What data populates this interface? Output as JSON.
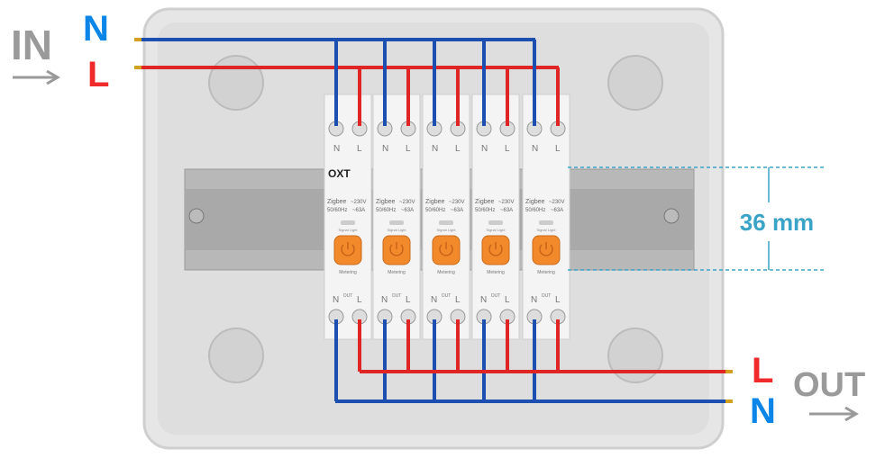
{
  "input": {
    "label": "IN",
    "neutral": "N",
    "live": "L"
  },
  "output": {
    "label": "OUT",
    "neutral": "N",
    "live": "L"
  },
  "dimension": {
    "label": "36 mm"
  },
  "brand": "OXT",
  "module": {
    "top_terminals": [
      "N",
      "L"
    ],
    "protocol": "Zigbee",
    "voltage": "~230V",
    "frequency": "50/60Hz",
    "current": "~63A",
    "signal_label": "Signal Light",
    "metering_label": "Metering",
    "bottom_terminals": [
      "N",
      "OUT",
      "L"
    ]
  },
  "module_count": 5,
  "colors": {
    "neutral": "#0b86e8",
    "live": "#f02a2a",
    "wire_n": "#1c4fb0",
    "wire_l": "#e02525",
    "button": "#f28a2c",
    "dimension": "#3aa3c8",
    "inout": "#9a9a9a"
  }
}
